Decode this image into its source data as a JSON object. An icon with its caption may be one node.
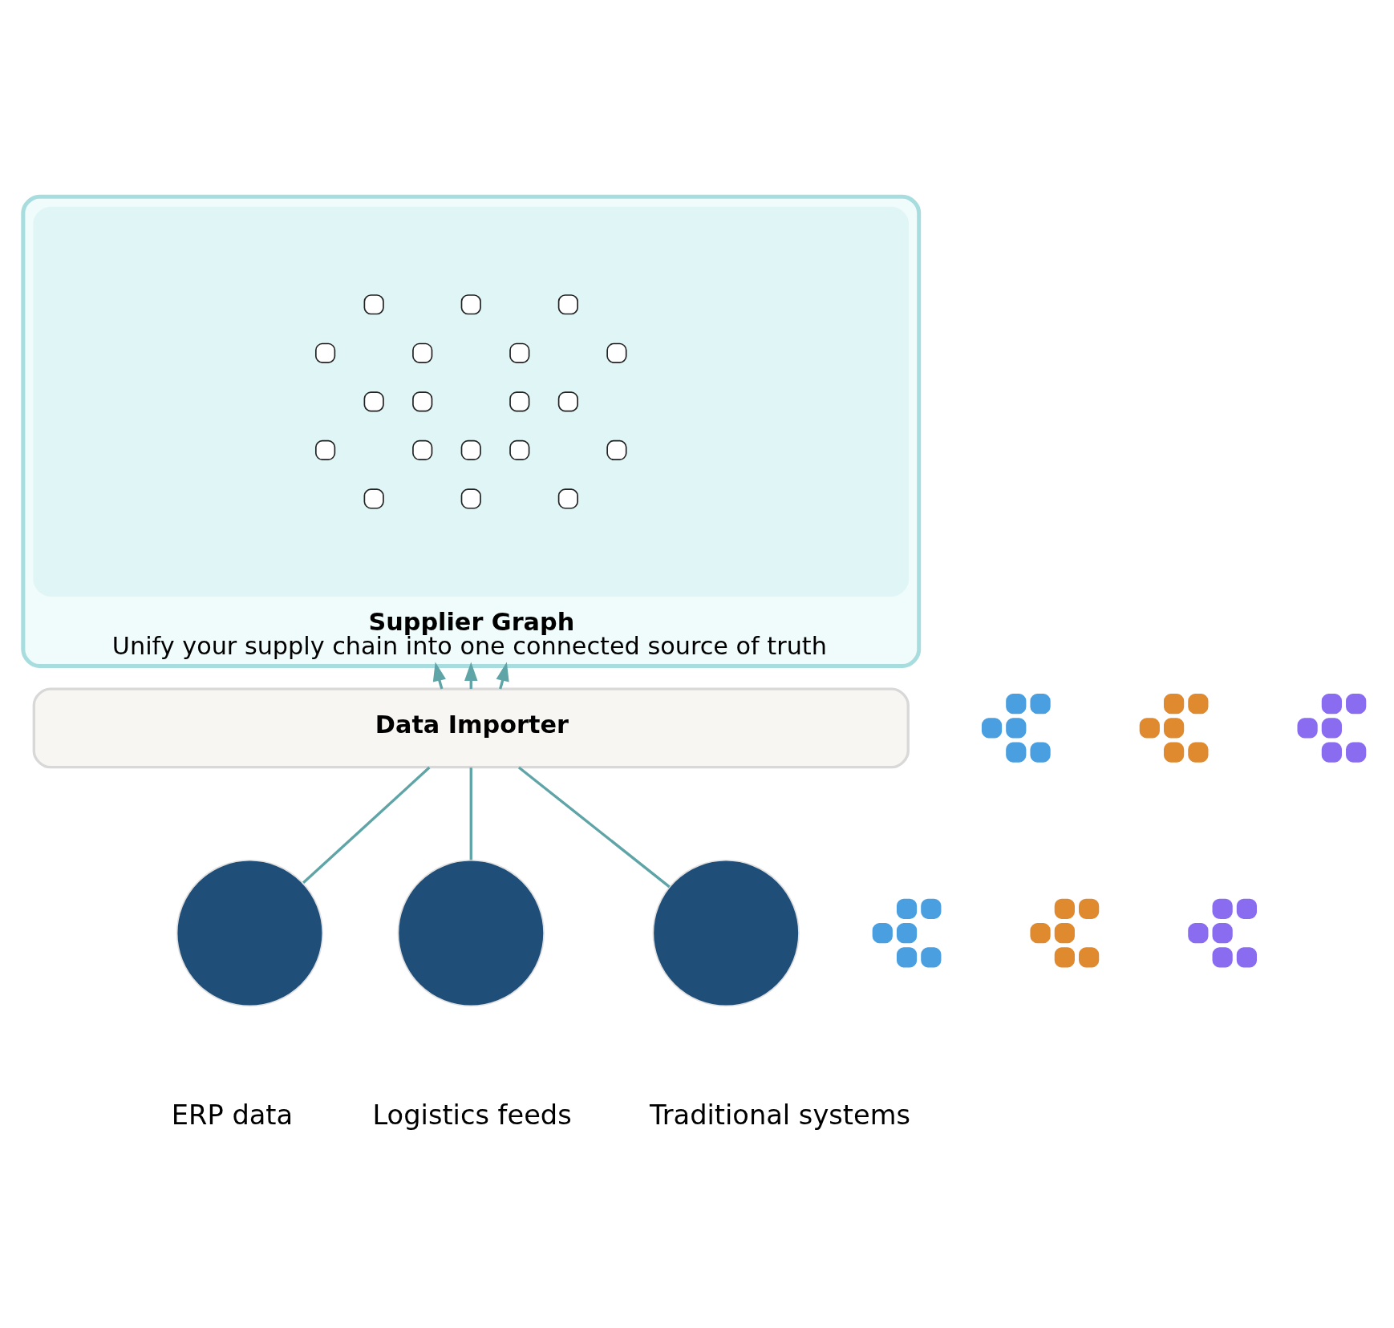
{
  "diagram": {
    "nodes": [
      {
        "text": [
          "Supplier Graph",
          "Unify your supply chain into one connected source of truth"
        ]
      },
      {
        "text": [],
        "shape": "picture",
        "in": 0
      },
      {
        "text": [
          "Data Importer"
        ]
      },
      {
        "text": [],
        "shape": "circle",
        "beside": [
          "ERP data"
        ]
      },
      {
        "text": [],
        "shape": "circle",
        "beside": [
          "Logistics feeds"
        ]
      },
      {
        "text": [],
        "shape": "circle",
        "beside": [
          "Traditional systems"
        ]
      },
      {
        "text": [],
        "shape": "picture"
      },
      {
        "text": [],
        "shape": "picture"
      },
      {
        "text": [],
        "shape": "picture"
      },
      {
        "text": [],
        "shape": "picture"
      },
      {
        "text": [],
        "shape": "picture"
      },
      {
        "text": [],
        "shape": "picture"
      }
    ],
    "edges": [
      {
        "from": 3,
        "to": 2,
        "arrow": "none"
      },
      {
        "from": 4,
        "to": 2,
        "arrow": "none"
      },
      {
        "from": 5,
        "to": 2,
        "arrow": "none"
      },
      {
        "from": 2,
        "to": 0,
        "arrow": "to"
      },
      {
        "from": 2,
        "to": 0,
        "arrow": "to"
      },
      {
        "from": 2,
        "to": 0,
        "arrow": "to"
      }
    ]
  }
}
